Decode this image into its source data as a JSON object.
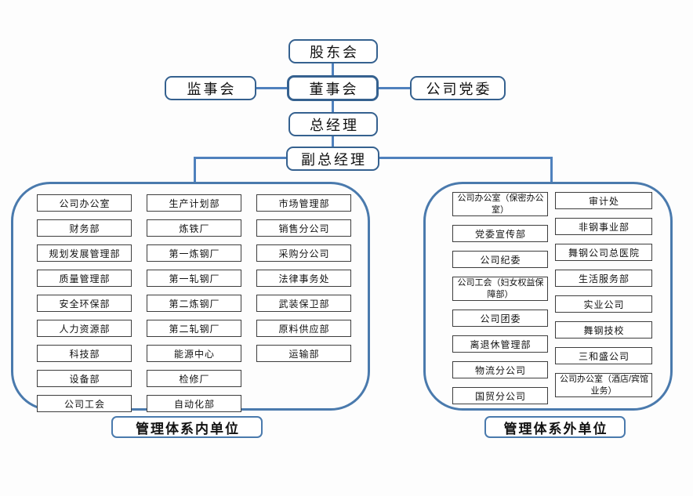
{
  "colors": {
    "line": "#4f81bd",
    "node_border": "#35618f",
    "container_border": "#4a7aad",
    "box_border": "#3d3d3d",
    "background": "#fdfdfd"
  },
  "hierarchy": {
    "shareholders": "股东会",
    "supervisory_board": "监事会",
    "board_of_directors": "董事会",
    "party_committee": "公司党委",
    "general_manager": "总经理",
    "deputy_general_manager": "副总经理"
  },
  "internal_group": {
    "label": "管理体系内单位",
    "columns": [
      [
        "公司办公室",
        "财务部",
        "规划发展管理部",
        "质量管理部",
        "安全环保部",
        "人力资源部",
        "科技部",
        "设备部",
        "公司工会"
      ],
      [
        "生产计划部",
        "炼铁厂",
        "第一炼钢厂",
        "第一轧钢厂",
        "第二炼钢厂",
        "第二轧钢厂",
        "能源中心",
        "检修厂",
        "自动化部"
      ],
      [
        "市场管理部",
        "销售分公司",
        "采购分公司",
        "法律事务处",
        "武装保卫部",
        "原料供应部",
        "运输部"
      ]
    ]
  },
  "external_group": {
    "label": "管理体系外单位",
    "columns": [
      [
        "公司办公室（保密办公室）",
        "党委宣传部",
        "公司纪委",
        "公司工会（妇女权益保障部）",
        "公司团委",
        "离退休管理部",
        "物流分公司",
        "国贸分公司"
      ],
      [
        "审计处",
        "非钢事业部",
        "舞钢公司总医院",
        "生活服务部",
        "实业公司",
        "舞钢技校",
        "三和盛公司",
        "公司办公室（酒店/宾馆业务）"
      ]
    ]
  }
}
